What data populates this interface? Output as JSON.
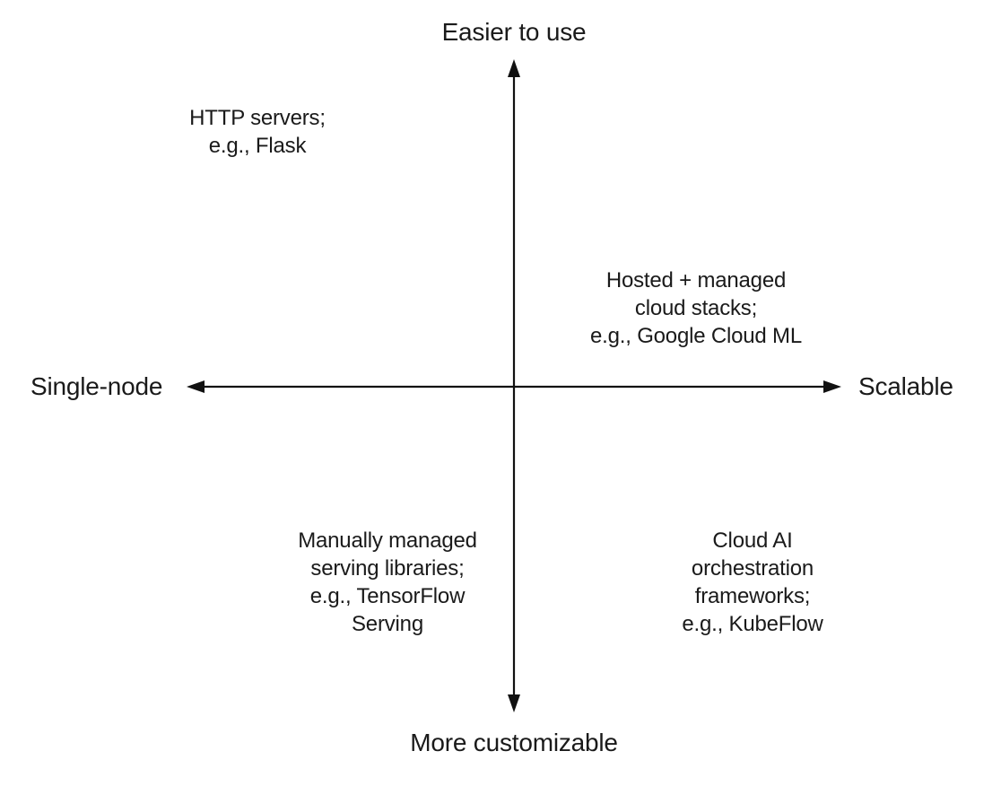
{
  "axes": {
    "top": "Easier to use",
    "bottom": "More customizable",
    "left": "Single-node",
    "right": "Scalable"
  },
  "quadrants": {
    "top_left": {
      "lines": [
        "HTTP servers;",
        "e.g., Flask"
      ]
    },
    "top_right": {
      "lines": [
        "Hosted + managed",
        "cloud stacks;",
        "e.g., Google Cloud ML"
      ]
    },
    "bottom_left": {
      "lines": [
        "Manually managed",
        "serving libraries;",
        "e.g., TensorFlow",
        "Serving"
      ]
    },
    "bottom_right": {
      "lines": [
        "Cloud AI",
        "orchestration",
        "frameworks;",
        "e.g., KubeFlow"
      ]
    }
  },
  "colors": {
    "axis": "#111111",
    "text": "#1a1a1a"
  }
}
